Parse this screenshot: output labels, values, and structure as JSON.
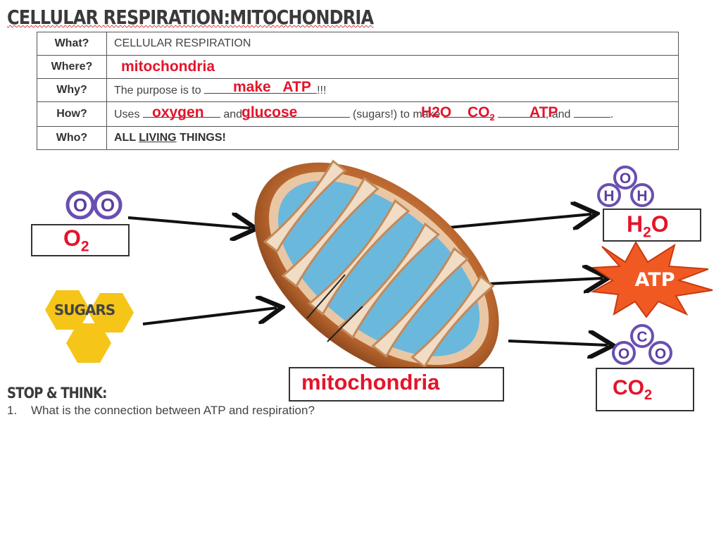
{
  "title": "CELLULAR RESPIRATION:MITOCHONDRIA",
  "table": {
    "what_label": "What?",
    "what_value": "CELLULAR RESPIRATION",
    "where_label": "Where?",
    "where_answer": "mitochondria",
    "why_label": "Why?",
    "why_prefix": "The purpose is to",
    "why_suffix": "!!!",
    "why_answer": "make   ATP",
    "how_label": "How?",
    "how_uses": "Uses",
    "how_and": "and",
    "how_sugars": "(sugars!) to make",
    "how_and2": ", and",
    "how_answer_oxygen": "oxygen",
    "how_answer_glucose": "glucose",
    "how_answer_h2o": "H2O",
    "how_answer_co": "CO",
    "how_answer_co_sub": "2",
    "how_answer_atp": "ATP",
    "who_label": "Who?",
    "who_prefix": "ALL",
    "who_living": "LIVING",
    "who_suffix": "THINGS!"
  },
  "diagram": {
    "o2_molecule": [
      "O",
      "O"
    ],
    "o2_box": {
      "main": "O",
      "sub": "2"
    },
    "sugars_label": "SUGARS",
    "h2o_molecule": [
      "O",
      "H",
      "H"
    ],
    "h2o_box": {
      "main1": "H",
      "sub": "2",
      "main2": "O"
    },
    "atp_label": "ATP",
    "co2_molecule": [
      "C",
      "O",
      "O"
    ],
    "co2_box": {
      "main": "CO",
      "sub": "2"
    },
    "mito_box": "mitochondria",
    "colors": {
      "answer_red": "#e4142b",
      "molecule_purple": "#6a4fb0",
      "sugar_yellow": "#f5c518",
      "atp_orange": "#f05a22"
    }
  },
  "stop": {
    "heading": "STOP & THINK:",
    "q1_num": "1.",
    "q1_text": "What is the connection between ATP and respiration?"
  }
}
